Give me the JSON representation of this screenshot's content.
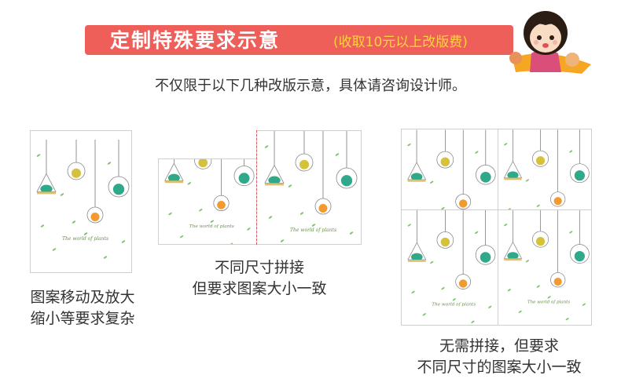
{
  "banner": {
    "title": "定制特殊要求示意",
    "note": "(收取10元以上改版费)"
  },
  "subtitle": "不仅限于以下几种改版示意，具体请咨询设计师。",
  "artwork": {
    "caption_text": "The world of plants",
    "colors": {
      "banner": "#ee5f5a",
      "note": "#ffd23f",
      "leaf": "#7cc36a",
      "succulent_green": "#2fa98a",
      "succulent_yellow": "#d6c23a",
      "succulent_orange": "#f29a2e"
    }
  },
  "examples": [
    {
      "caption_lines": [
        "图案移动及放大",
        "缩小等要求复杂"
      ]
    },
    {
      "caption_lines": [
        "不同尺寸拼接",
        "但要求图案大小一致"
      ]
    },
    {
      "caption_lines": [
        "无需拼接，但要求",
        "不同尺寸的图案大小一致"
      ]
    }
  ]
}
